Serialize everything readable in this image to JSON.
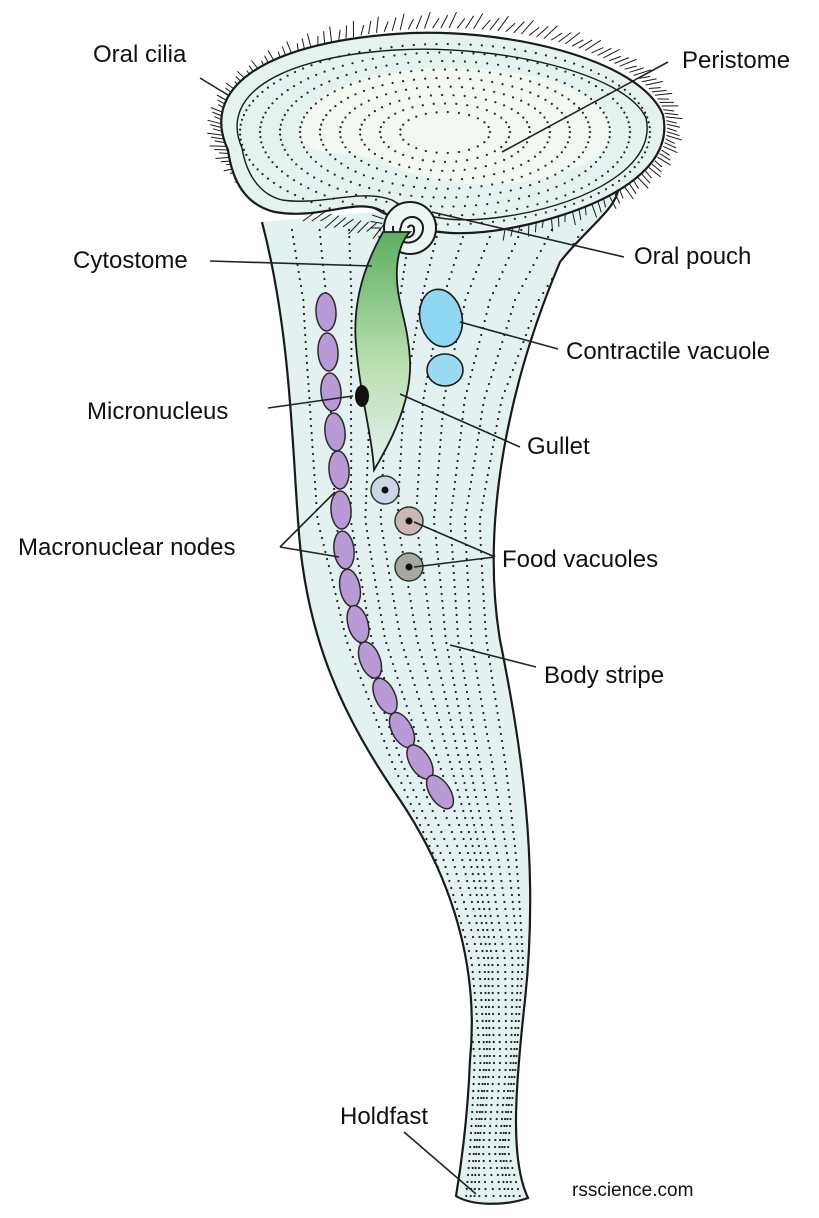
{
  "labels": {
    "oral_cilia": "Oral cilia",
    "peristome": "Peristome",
    "cytostome": "Cytostome",
    "oral_pouch": "Oral pouch",
    "contractile_vacuole": "Contractile vacuole",
    "micronucleus": "Micronucleus",
    "gullet": "Gullet",
    "macronuclear_nodes": "Macronuclear nodes",
    "food_vacuoles": "Food vacuoles",
    "body_stripe": "Body stripe",
    "holdfast": "Holdfast"
  },
  "source": "rsscience.com",
  "colors": {
    "body": "#e3f2f1",
    "peristome": "#eef6f1",
    "gullet": "#7cc27f",
    "contractile_vacuole": "#8fd8f2",
    "macronucleus": "#b99ad6",
    "micronucleus": "#111111",
    "food_vacuole_1": "#cdd6e6",
    "food_vacuole_2": "#c9b8b6",
    "food_vacuole_3": "#a9a7a2"
  }
}
